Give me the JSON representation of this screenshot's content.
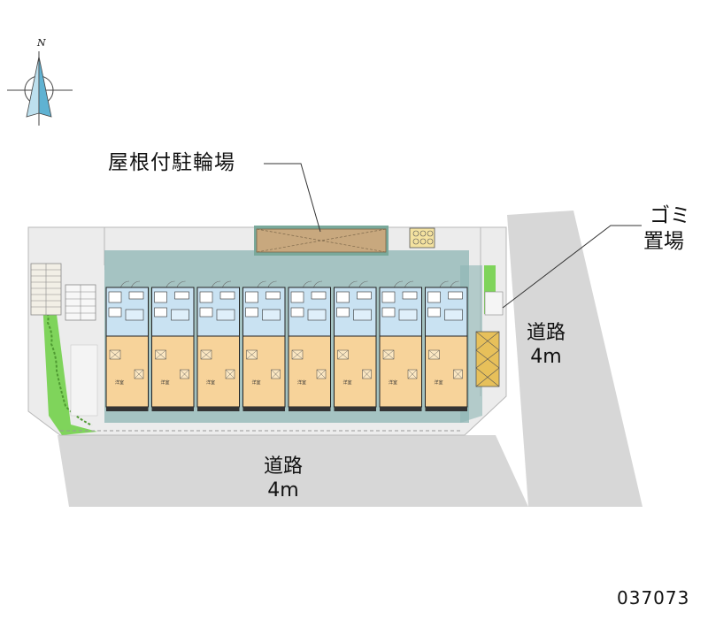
{
  "compass": {
    "north_letter": "N",
    "icon": "compass-rose-icon"
  },
  "labels": {
    "covered_bike_parking": "屋根付駐輪場",
    "garbage_area_line1": "ゴミ",
    "garbage_area_line2": "置場",
    "road_right_name": "道路",
    "road_right_width": "4m",
    "road_bottom_name": "道路",
    "road_bottom_width": "4m"
  },
  "reference_number": "037073",
  "units": [
    {
      "room_label": "洋室"
    },
    {
      "room_label": "洋室"
    },
    {
      "room_label": "洋室"
    },
    {
      "room_label": "洋室"
    },
    {
      "room_label": "洋室"
    },
    {
      "room_label": "洋室"
    },
    {
      "room_label": "洋室"
    },
    {
      "room_label": "洋室"
    }
  ],
  "colors": {
    "road": "#d7d7d7",
    "site": "#ececec",
    "building_area": "#8eb6b4",
    "room": "#f7d39a",
    "wet_area": "#c9e2f2",
    "greenery": "#7fd45b",
    "bike_parking": "#c8a87e"
  }
}
